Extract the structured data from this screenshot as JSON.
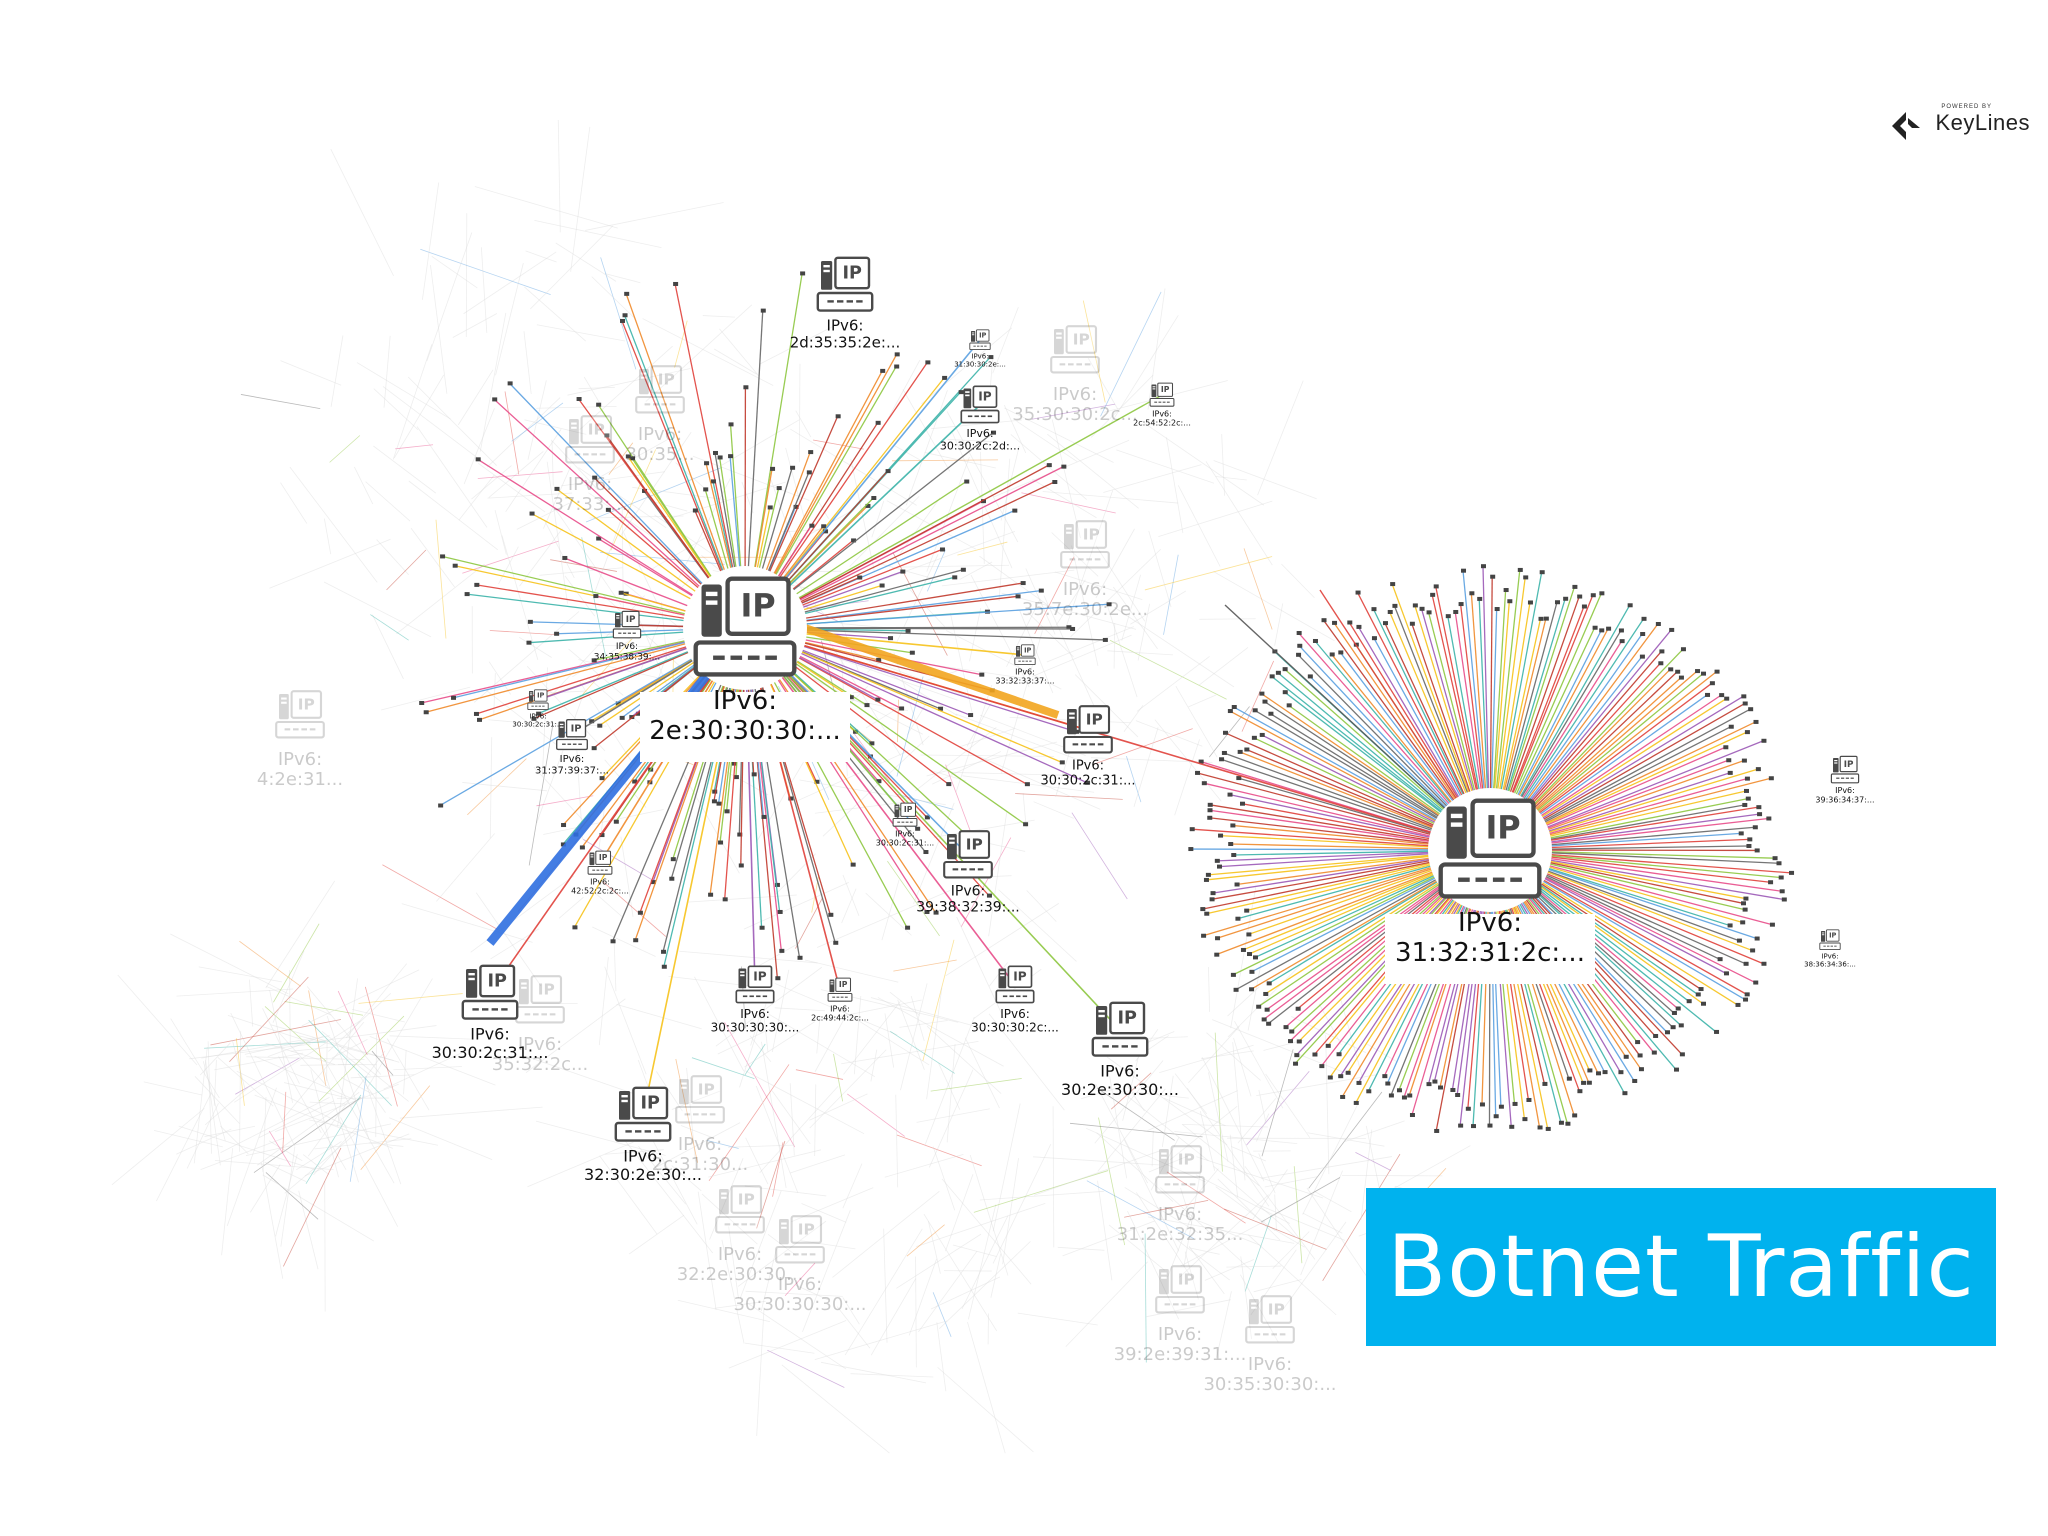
{
  "branding": {
    "powered_by": "POWERED BY",
    "name": "KeyLines"
  },
  "title": "Botnet Traffic",
  "colors": {
    "title_bg": "#00b2ee",
    "edge_palette": [
      "#e0403a",
      "#f08a2a",
      "#f6c21a",
      "#8dc63f",
      "#5aa0e0",
      "#9b59b6",
      "#e84c8a",
      "#3bb3a9",
      "#666666",
      "#c0392b"
    ],
    "bg_edge": "#d9d9d9"
  },
  "nodes": [
    {
      "id": "hub1",
      "line1": "IPv6:",
      "line2": "2e:30:30:30:...",
      "size": "hub"
    },
    {
      "id": "hub2",
      "line1": "IPv6:",
      "line2": "31:32:31:2c:...",
      "size": "hub"
    },
    {
      "id": "n1",
      "line1": "IPv6:",
      "line2": "2d:35:35:2e:...",
      "size": "mid"
    },
    {
      "id": "n2",
      "line1": "IPv6:",
      "line2": "30:30:2c:31:...",
      "size": "mid"
    },
    {
      "id": "n3",
      "line1": "IPv6:",
      "line2": "30:30:2c:31:...",
      "size": "mid"
    },
    {
      "id": "n4",
      "line1": "IPv6:",
      "line2": "32:30:2e:30:...",
      "size": "mid"
    },
    {
      "id": "n5",
      "line1": "IPv6:",
      "line2": "30:2e:30:30:...",
      "size": "mid"
    },
    {
      "id": "n6",
      "line1": "IPv6:",
      "line2": "39:38:32:39:...",
      "size": "mid"
    },
    {
      "id": "n7",
      "line1": "IPv6:",
      "line2": "30:30:30:30:...",
      "size": "small"
    },
    {
      "id": "n8",
      "line1": "IPv6:",
      "line2": "30:30:30:2c:...",
      "size": "small"
    },
    {
      "id": "n9",
      "line1": "IPv6:",
      "line2": "30:30:2c:2d:...",
      "size": "small"
    },
    {
      "id": "n10",
      "line1": "IPv6:",
      "line2": "31:37:39:37:...",
      "size": "small"
    },
    {
      "id": "n11",
      "line1": "IPv6:",
      "line2": "34:35:38:39:...",
      "size": "tiny"
    },
    {
      "id": "n12",
      "line1": "IPv6:",
      "line2": "2c:49:44:2c:...",
      "size": "tiny"
    },
    {
      "id": "n13",
      "line1": "IPv6:",
      "line2": "42:52:2c:2c:...",
      "size": "tiny"
    },
    {
      "id": "n14",
      "line1": "IPv6:",
      "line2": "2c:54:52:2c:...",
      "size": "tiny"
    },
    {
      "id": "n15",
      "line1": "IPv6:",
      "line2": "39:36:34:37:...",
      "size": "tiny"
    },
    {
      "id": "n16",
      "line1": "IPv6:",
      "line2": "33:32:33:37:...",
      "size": "tiny"
    },
    {
      "id": "n17",
      "line1": "IPv6:",
      "line2": "30:30:2c:31:...",
      "size": "tiny"
    },
    {
      "id": "n18",
      "line1": "IPv6:",
      "line2": "31:30:30:2e:...",
      "size": "tiny"
    },
    {
      "id": "n19",
      "line1": "IPv6:",
      "line2": "38:36:34:36:...",
      "size": "tiny"
    },
    {
      "id": "n20",
      "line1": "IPv6:",
      "line2": "30:30:2c:31:...",
      "size": "tiny"
    }
  ],
  "faded_nodes": [
    {
      "line1": "IPv6:",
      "line2": "37:33:..."
    },
    {
      "line1": "IPv6:",
      "line2": "35:32:2c..."
    },
    {
      "line1": "IPv6:",
      "line2": "4:2e:31..."
    },
    {
      "line1": "IPv6:",
      "line2": "2c:31:30..."
    },
    {
      "line1": "IPv6:",
      "line2": "32:2e:30:30..."
    },
    {
      "line1": "IPv6:",
      "line2": "30:30:30:30:..."
    },
    {
      "line1": "IPv6:",
      "line2": "31:2e:32:35..."
    },
    {
      "line1": "IPv6:",
      "line2": "39:2e:39:31:..."
    },
    {
      "line1": "IPv6:",
      "line2": "30:35:30:30:..."
    },
    {
      "line1": "IPv6:",
      "line2": "35:7e:30:2e..."
    },
    {
      "line1": "IPv6:",
      "line2": "35:30:30:2c..."
    },
    {
      "line1": "IPv6:",
      "line2": "30:35..."
    }
  ]
}
